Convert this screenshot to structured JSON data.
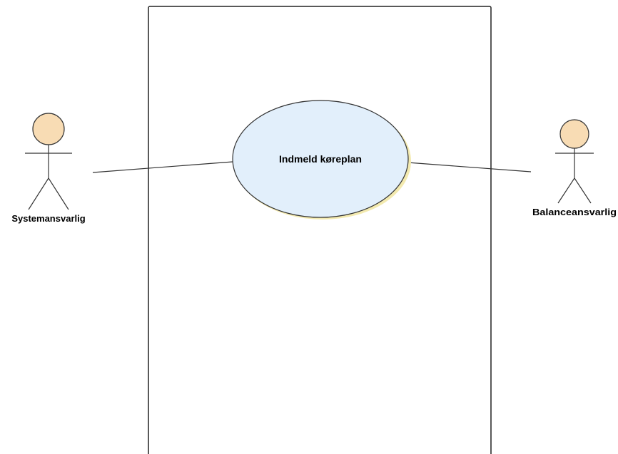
{
  "use_case": {
    "label": "Indmeld køreplan"
  },
  "actors": {
    "left": {
      "label": "Systemansvarlig"
    },
    "right": {
      "label": "Balanceansvarlig"
    }
  },
  "colors": {
    "actor_head_fill": "#f8dcb4",
    "use_case_fill": "#e2effb",
    "use_case_shadow": "#f3eab0",
    "stroke": "#333333",
    "boundary_stroke": "#222222"
  }
}
